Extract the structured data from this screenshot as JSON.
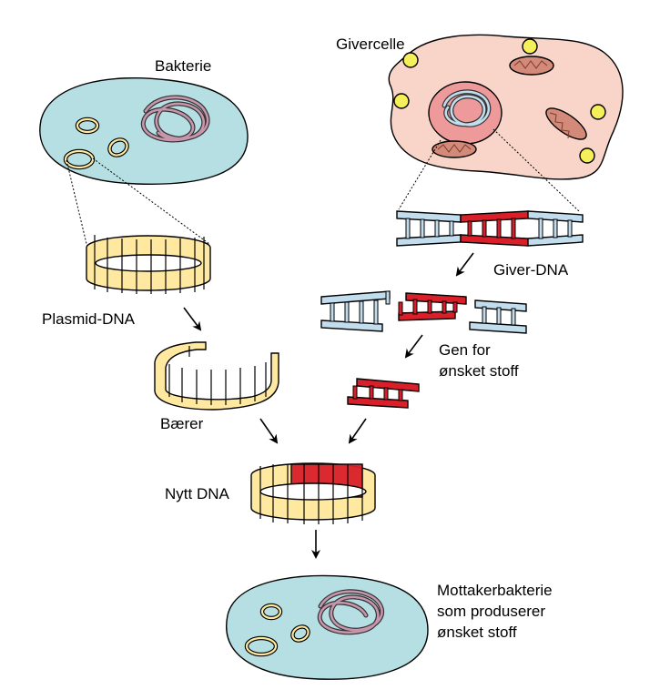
{
  "labels": {
    "bacterium": "Bakterie",
    "donor_cell": "Givercelle",
    "plasmid_dna": "Plasmid-DNA",
    "donor_dna": "Giver-DNA",
    "gene_line1": "Gen for",
    "gene_line2": "ønsket stoff",
    "carrier": "Bærer",
    "new_dna": "Nytt DNA",
    "recipient_line1": "Mottakerbakterie",
    "recipient_line2": "som produserer",
    "recipient_line3": "ønsket stoff"
  },
  "colors": {
    "bacterium_fill": "#b5dfe2",
    "donor_cell_fill": "#f8d5c8",
    "nucleus_fill": "#ee9a9a",
    "plasmid_gold": "#ffe9a0",
    "dna_blue": "#c2ddee",
    "gene_red": "#d9202a",
    "mitochondria": "#d48a78",
    "granule_yellow": "#f5ef5a",
    "chromosome_pink": "#c796ad"
  }
}
